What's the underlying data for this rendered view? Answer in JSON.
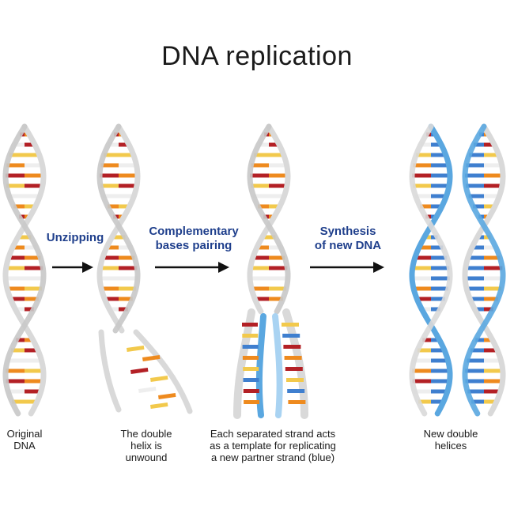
{
  "title": "DNA replication",
  "steps": [
    {
      "label_line1": "Unzipping",
      "label_line2": ""
    },
    {
      "label_line1": "Complementary",
      "label_line2": "bases pairing"
    },
    {
      "label_line1": "Synthesis",
      "label_line2": "of new DNA"
    }
  ],
  "captions": [
    {
      "lines": [
        "Original",
        "DNA"
      ]
    },
    {
      "lines": [
        "The double",
        "helix is",
        "unwound"
      ]
    },
    {
      "lines": [
        "Each separated strand acts",
        "as a template for replicating",
        "a new partner strand (blue)"
      ]
    },
    {
      "lines": [
        "New double",
        "helices"
      ]
    }
  ],
  "colors": {
    "old_strand": "#d9d9d9",
    "new_strand": "#5aa7e0",
    "base_red": "#b32025",
    "base_orange": "#ee8a1e",
    "base_yellow": "#f2c94c",
    "base_white": "#eeeeee",
    "base_blue": "#3f7fcf",
    "arrow": "#111111"
  }
}
